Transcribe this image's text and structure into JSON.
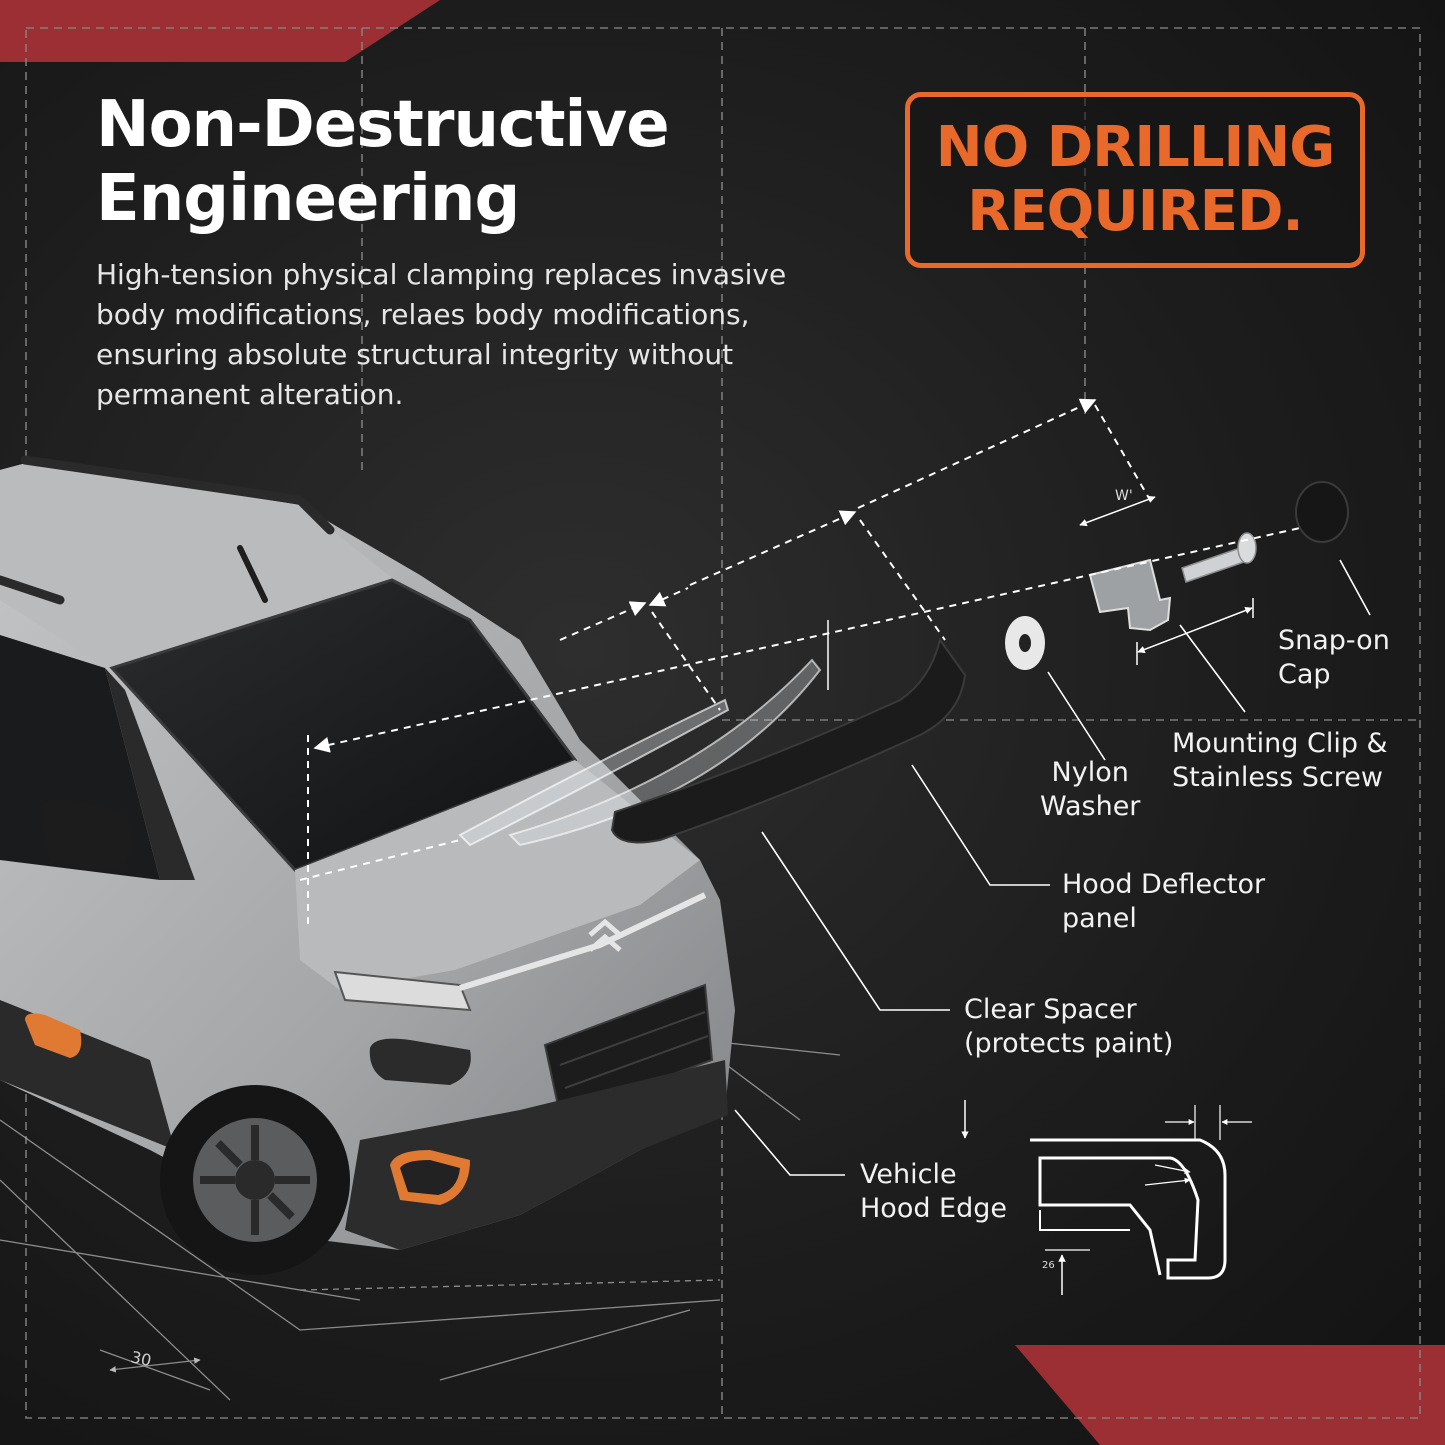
{
  "header": {
    "title_line1": "Non-Destructive",
    "title_line2": "Engineering",
    "description": "High-tension physical clamping replaces invasive body modifications, relaes body modifications, ensuring absolute structural integrity without permanent alteration."
  },
  "badge": {
    "line1": "NO DRILLING",
    "line2": "REQUIRED."
  },
  "callouts": {
    "snap_cap": {
      "line1": "Snap-on",
      "line2": "Cap"
    },
    "clip_screw": {
      "line1": "Mounting Clip &",
      "line2": "Stainless Screw"
    },
    "washer": {
      "line1": "Nylon",
      "line2": "Washer"
    },
    "deflector": {
      "line1": "Hood Deflector",
      "line2": "panel"
    },
    "spacer": {
      "line1": "Clear Spacer",
      "line2": "(protects paint)"
    },
    "hood_edge": {
      "line1": "Vehicle",
      "line2": "Hood Edge"
    }
  },
  "dimension_marks": {
    "w_mark": "W'",
    "thickness": "26",
    "ground_dim": "30"
  },
  "colors": {
    "accent_red": "#9b2f33",
    "badge_orange": "#e8692a",
    "vehicle_body": "#a9abad",
    "vehicle_trim": "#e07a33"
  },
  "icons": [
    "vehicle-illustration",
    "nylon-washer-icon",
    "mounting-clip-icon",
    "stainless-screw-icon",
    "snap-on-cap-icon",
    "hood-deflector-icon",
    "clear-spacer-icon",
    "hood-edge-cross-section"
  ]
}
